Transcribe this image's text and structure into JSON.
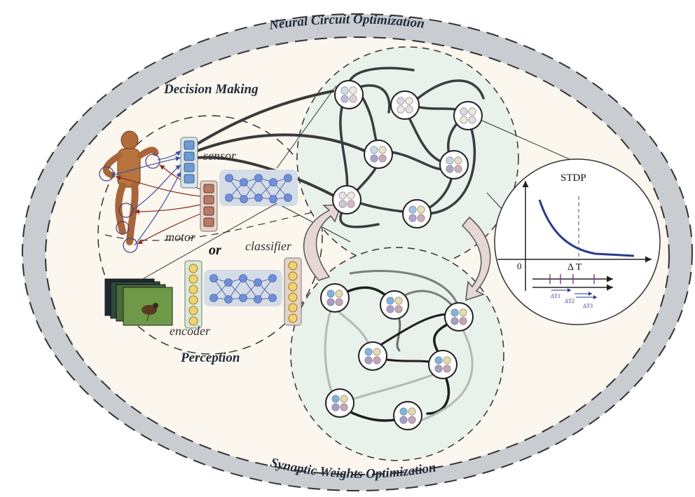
{
  "labels": {
    "neural_circuit": "Neural Circuit Optimization",
    "synaptic_weights": "Synaptic Weights Optimization",
    "decision_making": "Decision Making",
    "perception": "Perception",
    "sensor": "sensor",
    "motor": "motor",
    "or": "or",
    "classifier": "classifier",
    "encoder": "encoder"
  },
  "stdp": {
    "title": "STDP",
    "origin": "0",
    "delta_t": "Δ T",
    "dt1": "ΔT1",
    "dt2": "ΔT2",
    "dt3": "ΔT3"
  },
  "colors": {
    "outer_ring": "#c9cdd2",
    "background": "#fbf6ee",
    "circuit_fill": "#e8f1ea",
    "sensor_block": "#6f9bd6",
    "motor_block": "#b77a66",
    "encoder_block": "#f1d36f",
    "stdp_curve": "#2b3a8c",
    "arrow_fill": "#e6d6d4"
  }
}
